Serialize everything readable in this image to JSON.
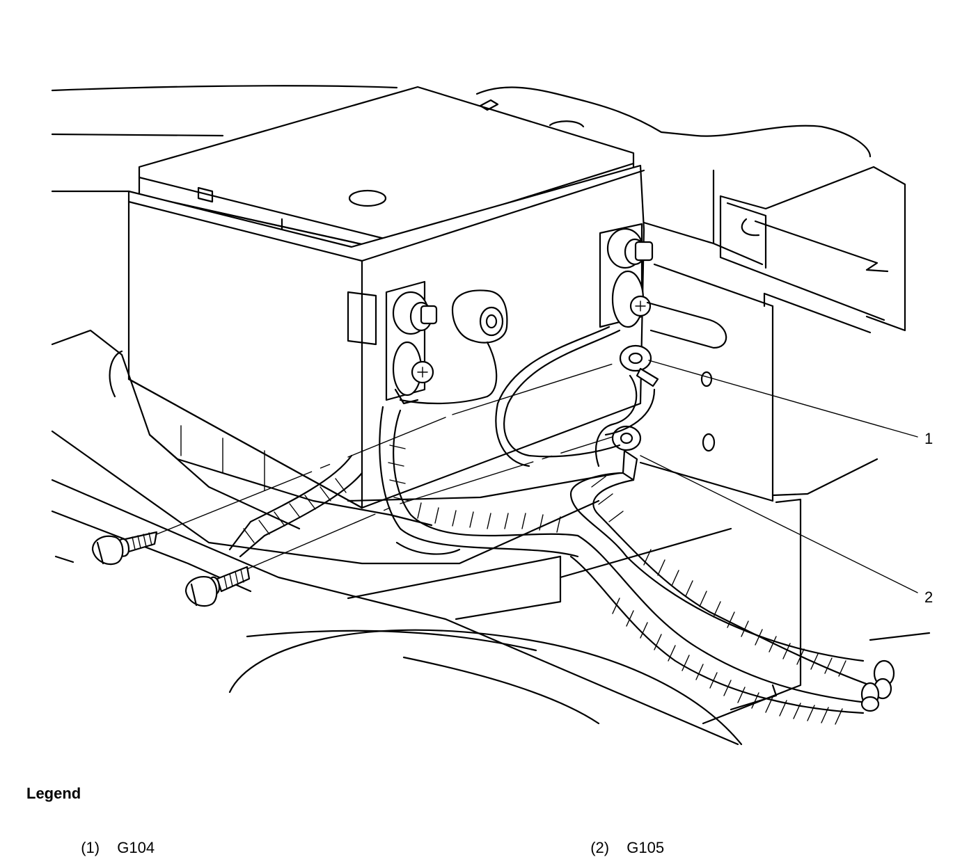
{
  "callouts": [
    "1",
    "2"
  ],
  "legend": {
    "title": "Legend",
    "items": [
      {
        "num": "(1)",
        "label": "G104"
      },
      {
        "num": "(2)",
        "label": "G105"
      }
    ]
  }
}
